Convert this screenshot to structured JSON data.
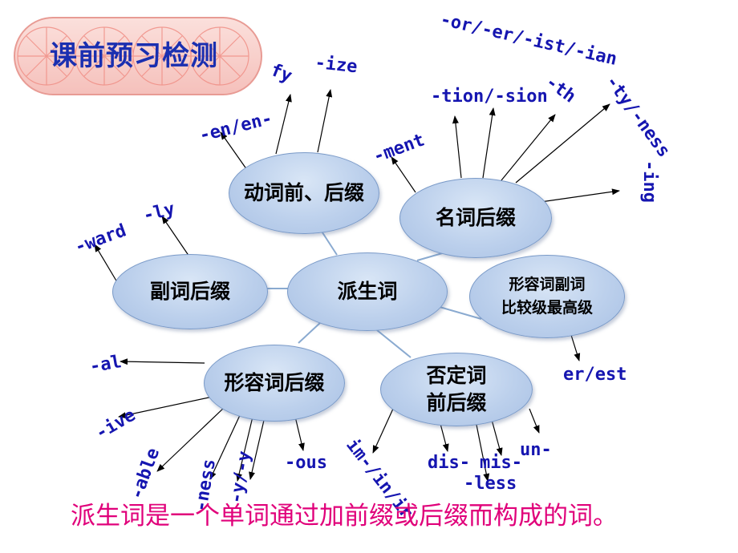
{
  "title": "课前预习检测",
  "center": "派生词",
  "nodes": {
    "verb": "动词前、后缀",
    "noun": "名词后缀",
    "adverb": "副词后缀",
    "compare": "形容词副词\n比较级最高级",
    "adjective": "形容词后缀",
    "negative": "否定词\n前后缀"
  },
  "affixes": {
    "en": "-en/en-",
    "fy": "fy",
    "ize": "-ize",
    "or": "-or/-er/-ist/-ian",
    "th": "-th",
    "ty": "-ty/-ness",
    "tion": "-tion/-sion",
    "ment": "-ment",
    "ing": "-ing",
    "ward": "-ward",
    "ly": "-ly",
    "erest": "er/est",
    "al": "-al",
    "ive": "-ive",
    "able": "-able",
    "ness": "-ness",
    "y": "-y/-y",
    "ous": "-ous",
    "im": "im-/in/ir",
    "dis": "dis-",
    "mis": "mis-",
    "less": "-less",
    "un": "un-"
  },
  "footer": "派生词是一个单词通过加前缀或后缀而构成的词。",
  "colors": {
    "affix": "#1515b0",
    "footer": "#e0007a",
    "title": "#1a2fb0",
    "node": "#bcd0ec"
  }
}
